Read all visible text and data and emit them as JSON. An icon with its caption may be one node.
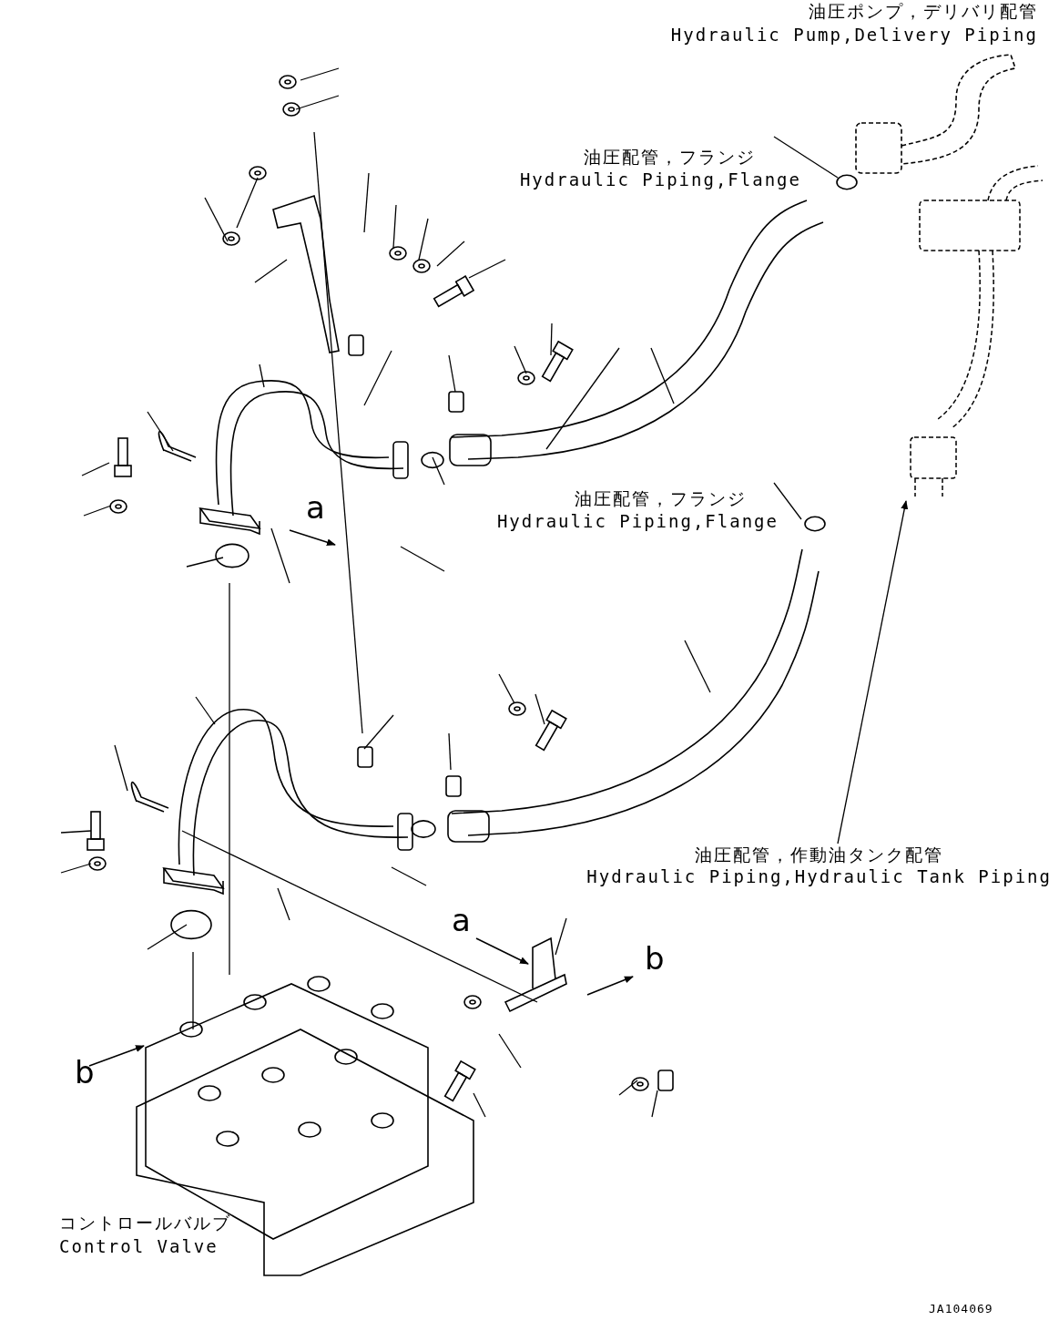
{
  "diagram": {
    "nodes": [
      {
        "text": [
          "油圧配管，作動油タンク配管",
          "Hydraulic Piping,Hydraulic Tank Piping"
        ]
      },
      {
        "text": [],
        "shape": "picture"
      }
    ],
    "edges": [
      {
        "from": 0,
        "to": 1,
        "arrow": "to"
      }
    ],
    "labels": [
      "油圧ポンプ，デリバリ配管",
      "Hydraulic Pump,Delivery Piping",
      "油圧配管，フランジ",
      "Hydraulic Piping,Flange",
      "油圧配管，フランジ",
      "Hydraulic Piping,Flange",
      "a",
      "a",
      "b",
      "b",
      "コントロールバルブ",
      "Control Valve",
      "JA104069"
    ]
  }
}
